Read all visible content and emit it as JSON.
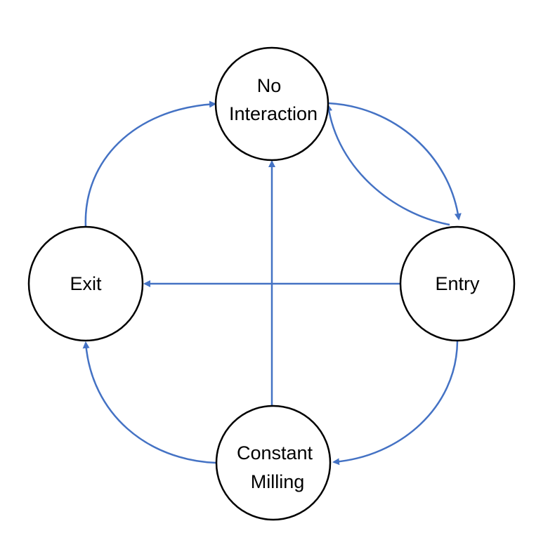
{
  "colors": {
    "edge": "#4472C4",
    "node_stroke": "#000000",
    "node_fill": "#FFFFFF",
    "text": "#000000"
  },
  "nodes": {
    "no_interaction": {
      "line1": "No",
      "line2": "Interaction"
    },
    "exit": {
      "label": "Exit"
    },
    "entry": {
      "label": "Entry"
    },
    "constant_milling": {
      "line1": "Constant",
      "line2": "Milling"
    }
  },
  "edges": [
    {
      "from": "No Interaction",
      "to": "Entry"
    },
    {
      "from": "Entry",
      "to": "No Interaction"
    },
    {
      "from": "Entry",
      "to": "Exit"
    },
    {
      "from": "Entry",
      "to": "Constant Milling"
    },
    {
      "from": "Constant Milling",
      "to": "Exit"
    },
    {
      "from": "Constant Milling",
      "to": "No Interaction"
    },
    {
      "from": "Exit",
      "to": "No Interaction"
    }
  ]
}
